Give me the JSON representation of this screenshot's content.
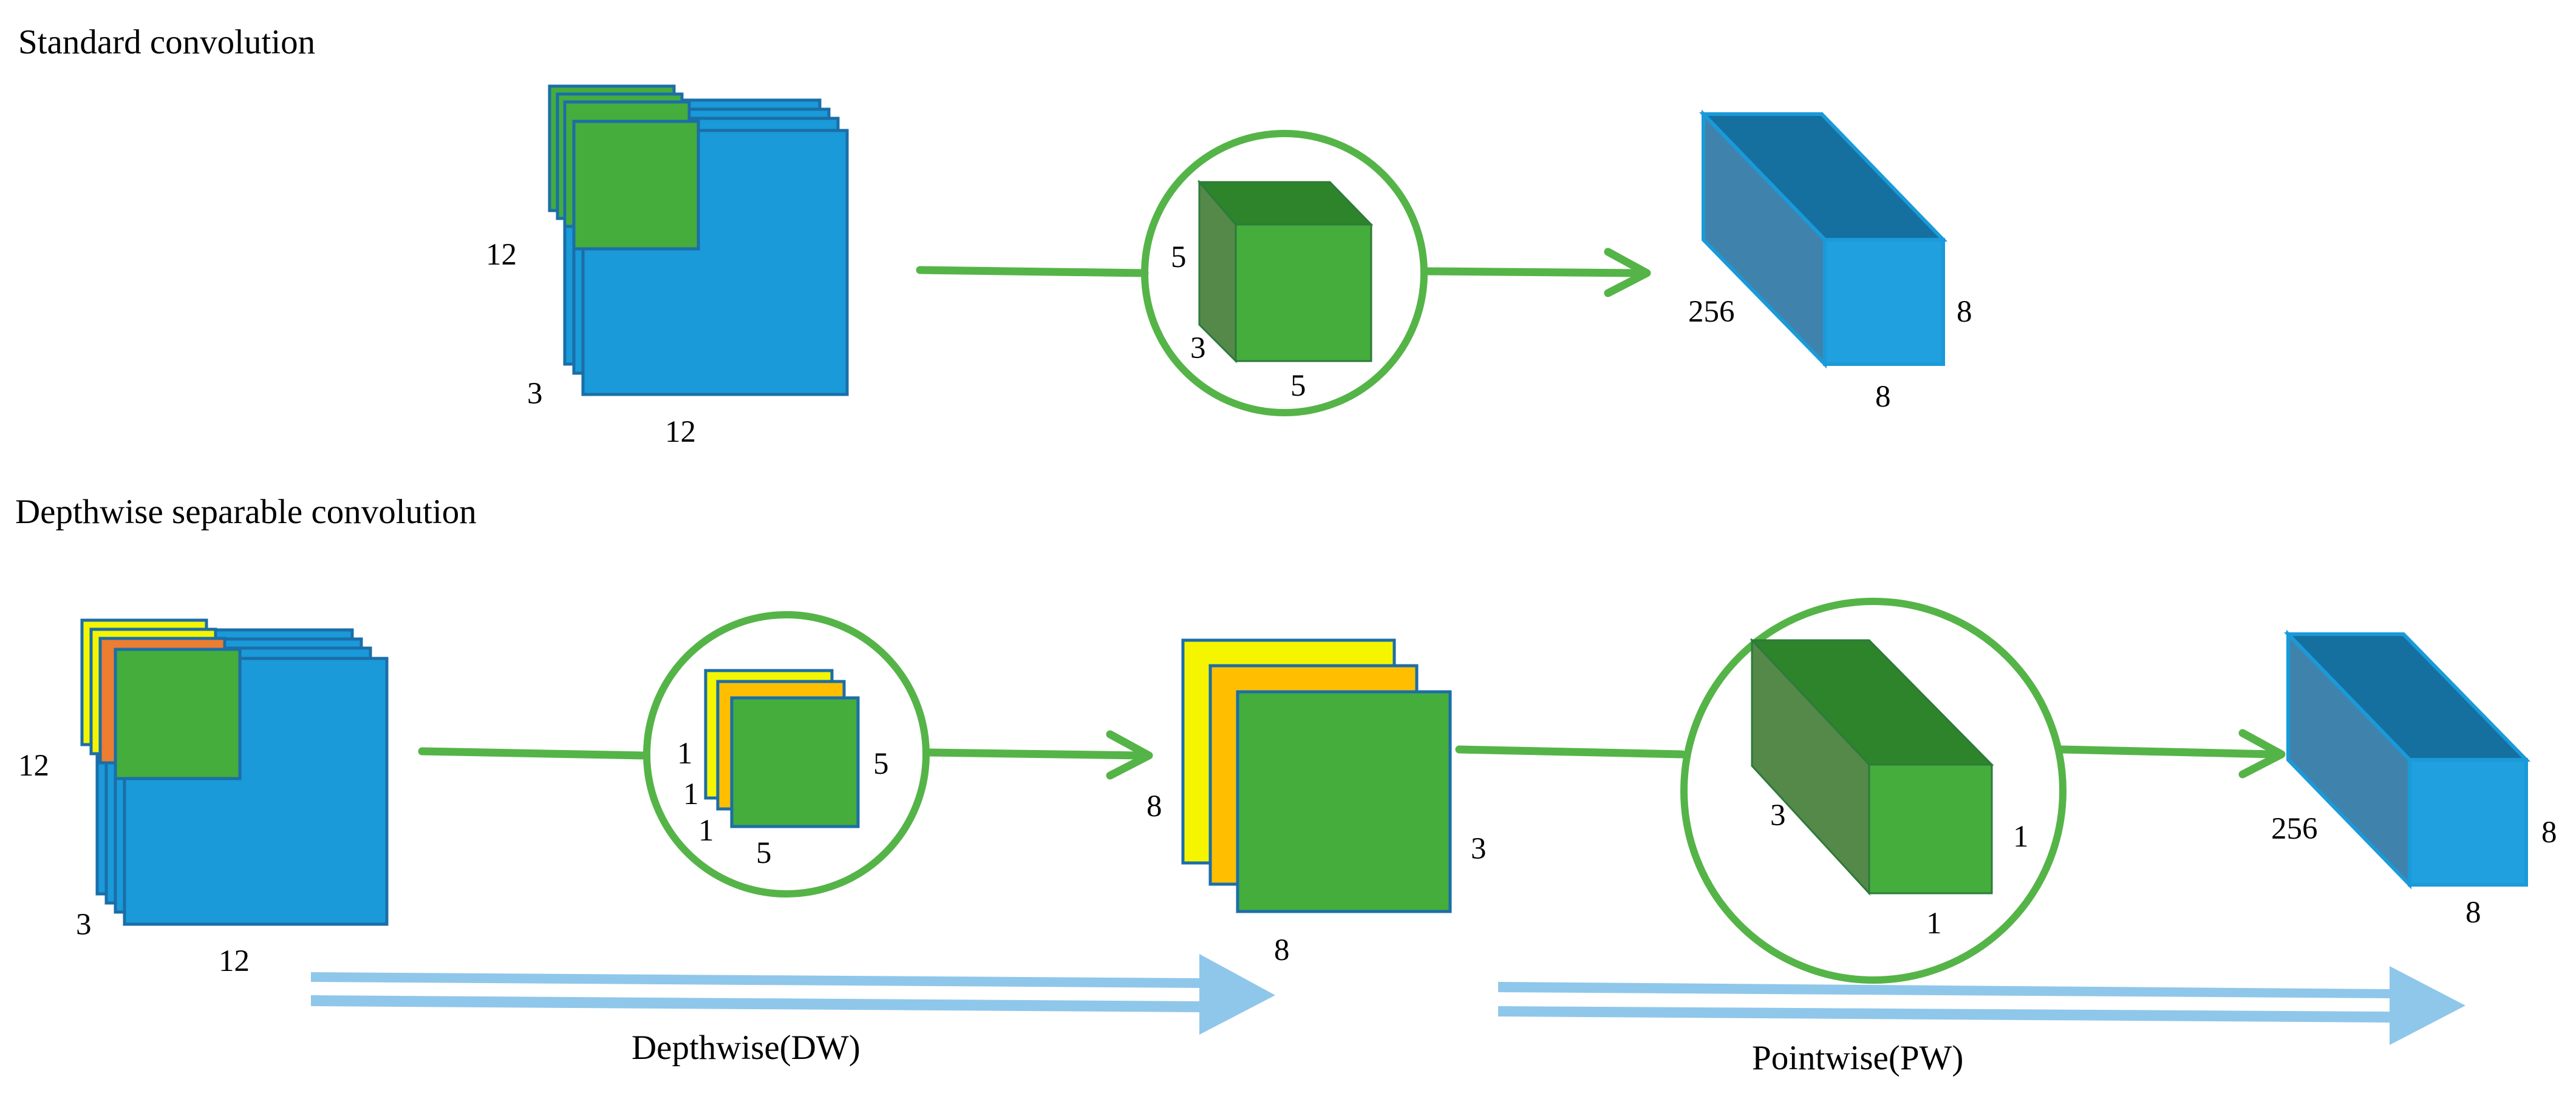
{
  "colors": {
    "blue": "#1a9ad8",
    "blue_stroke": "#1b6ea8",
    "blue_top": "#1570a0",
    "blue_side": "#3f83ad",
    "blue_face": "#21a0e0",
    "green": "#44ad3c",
    "green_stroke": "#2d7a3a",
    "green_top": "#2d842a",
    "green_side": "#54894a",
    "green_ring": "#55b447",
    "yellow": "#f5f500",
    "orange": "#ed7d31",
    "gold": "#ffbf00",
    "light_blue_arrow": "#8fc7ea"
  },
  "standard": {
    "title": "Standard convolution",
    "input": {
      "height": "12",
      "channels": "3",
      "width": "12"
    },
    "kernel": {
      "height": "5",
      "depth": "3",
      "width": "5"
    },
    "output": {
      "depth": "256",
      "height": "8",
      "width": "8"
    }
  },
  "depthwise": {
    "title": "Depthwise separable convolution",
    "input": {
      "height": "12",
      "channels": "3",
      "width": "12"
    },
    "dw_kernel": {
      "depth_1a": "1",
      "depth_1b": "1",
      "depth_1c": "1",
      "height": "5",
      "width": "5"
    },
    "intermediate": {
      "height": "8",
      "channels": "3",
      "width": "8"
    },
    "pw_kernel": {
      "depth": "3",
      "height": "1",
      "width": "1"
    },
    "output": {
      "depth": "256",
      "height": "8",
      "width": "8"
    },
    "dw_caption": "Depthwise(DW)",
    "pw_caption": "Pointwise(PW)"
  }
}
